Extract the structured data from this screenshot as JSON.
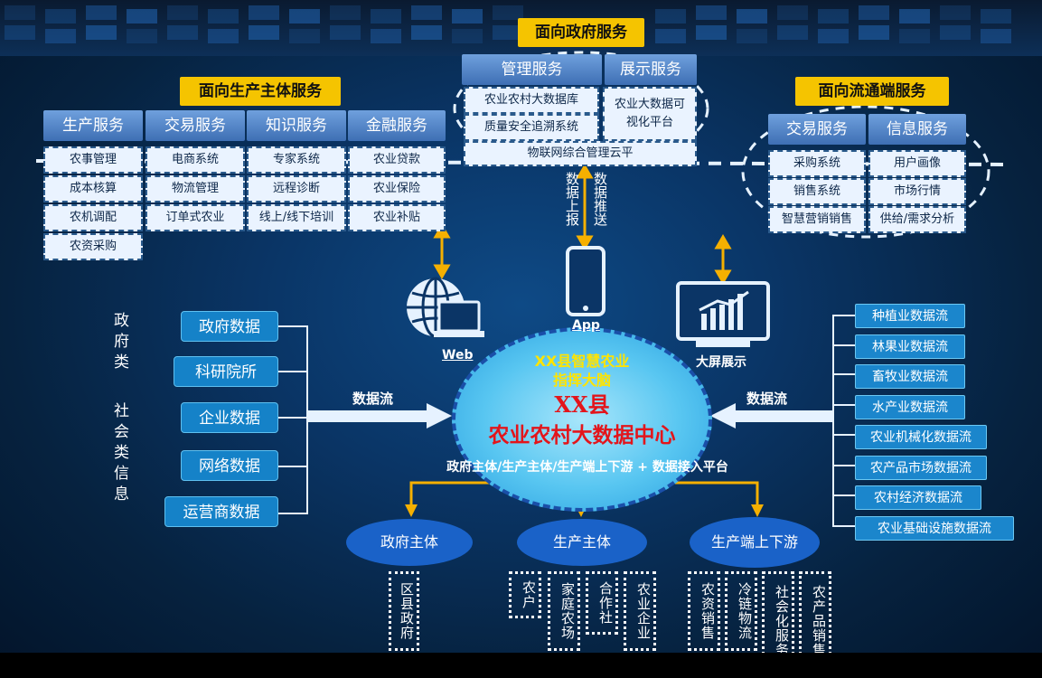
{
  "colors": {
    "title_yellow": "#f5c400",
    "box_blue": "#1b86cc",
    "oval_cyan": "#4fc3f0",
    "headline_red": "#e3151b",
    "headline_yellow": "#ffe400",
    "connector_yellow": "#f5b000"
  },
  "gov_service": {
    "title": "面向政府服务",
    "tabs": [
      "管理服务",
      "展示服务"
    ],
    "mgmt_items": [
      "农业农村大数据库",
      "质量安全追溯系统"
    ],
    "display_item": "农业大数据可视化平台",
    "cloud_platform": "物联网综合管理云平"
  },
  "producer_service": {
    "title": "面向生产主体服务",
    "columns": [
      {
        "label": "生产服务",
        "items": [
          "农事管理",
          "成本核算",
          "农机调配",
          "农资采购"
        ]
      },
      {
        "label": "交易服务",
        "items": [
          "电商系统",
          "物流管理",
          "订单式农业"
        ]
      },
      {
        "label": "知识服务",
        "items": [
          "专家系统",
          "远程诊断",
          "线上/线下培训"
        ]
      },
      {
        "label": "金融服务",
        "items": [
          "农业贷款",
          "农业保险",
          "农业补贴"
        ]
      }
    ]
  },
  "circulation_service": {
    "title": "面向流通端服务",
    "columns": [
      {
        "label": "交易服务",
        "items": [
          "采购系统",
          "销售系统",
          "智慧营销销售"
        ]
      },
      {
        "label": "信息服务",
        "items": [
          "用户画像",
          "市场行情",
          "供给/需求分析"
        ]
      }
    ]
  },
  "data_report": "数据上报",
  "data_push": "数据推送",
  "channels": {
    "web": "Web",
    "app": "App",
    "screen": "大屏展示"
  },
  "left_category": {
    "gov": "政府类",
    "social": "社会类信息"
  },
  "left_sources": [
    "政府数据",
    "科研院所",
    "企业数据",
    "网络数据",
    "运营商数据"
  ],
  "right_sources": [
    "种植业数据流",
    "林果业数据流",
    "畜牧业数据流",
    "水产业数据流",
    "农业机械化数据流",
    "农产品市场数据流",
    "农村经济数据流",
    "农业基础设施数据流"
  ],
  "data_flow_label": "数据流",
  "center": {
    "brain_line1": "XX县智慧农业",
    "brain_line2": "指挥大脑",
    "headline1": "XX县",
    "headline2": "农业农村大数据中心",
    "access_platform": "政府主体/生产主体/生产端上下游 + 数据接入平台"
  },
  "subjects": [
    {
      "label": "政府主体",
      "members": [
        "区县政府"
      ]
    },
    {
      "label": "生产主体",
      "members": [
        "农户",
        "家庭农场",
        "合作社",
        "农业企业"
      ]
    },
    {
      "label": "生产端上下游",
      "members": [
        "农资销售",
        "冷链物流",
        "社会化服务",
        "农产品销售"
      ]
    }
  ]
}
